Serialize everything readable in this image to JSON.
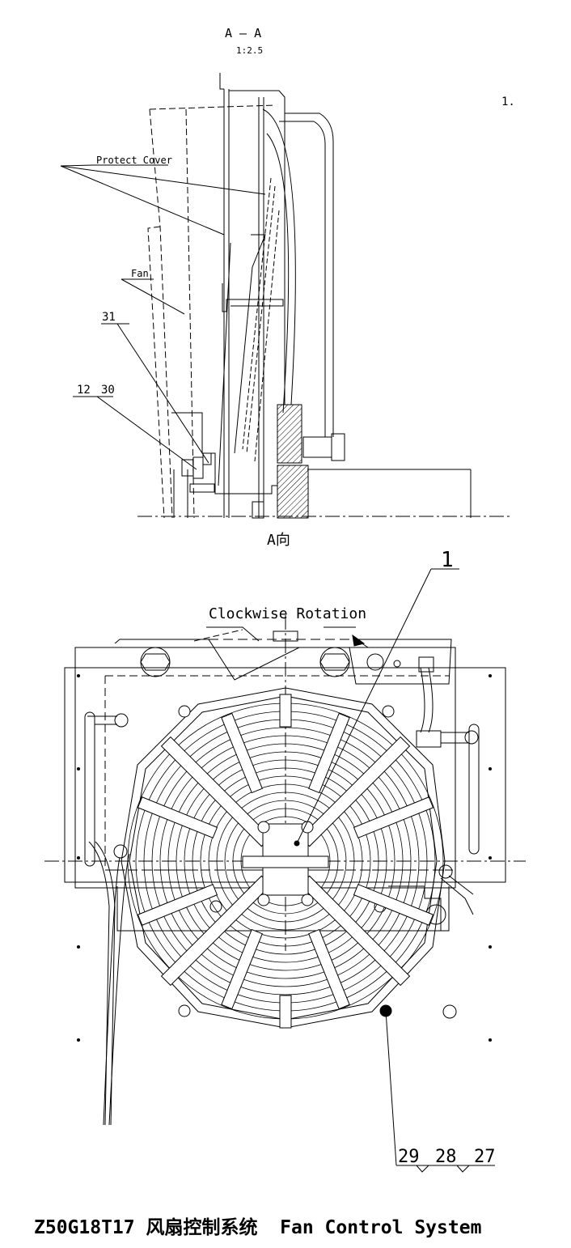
{
  "section_view": {
    "title": "A — A",
    "scale": "1:2.5",
    "sheet_number": "1.",
    "labels": {
      "protect_cover": "Protect Cover",
      "fan": "Fan"
    },
    "balloons": {
      "b31": "31",
      "b12": "12",
      "b30": "30"
    },
    "view_direction": "A向"
  },
  "front_view": {
    "rotation_note": "Clockwise Rotation",
    "balloon_1": "1",
    "balloon_29": "29",
    "balloon_28": "28",
    "balloon_27": "27"
  },
  "footer": {
    "title": "Z50G18T17 风扇控制系统  Fan Control System"
  }
}
